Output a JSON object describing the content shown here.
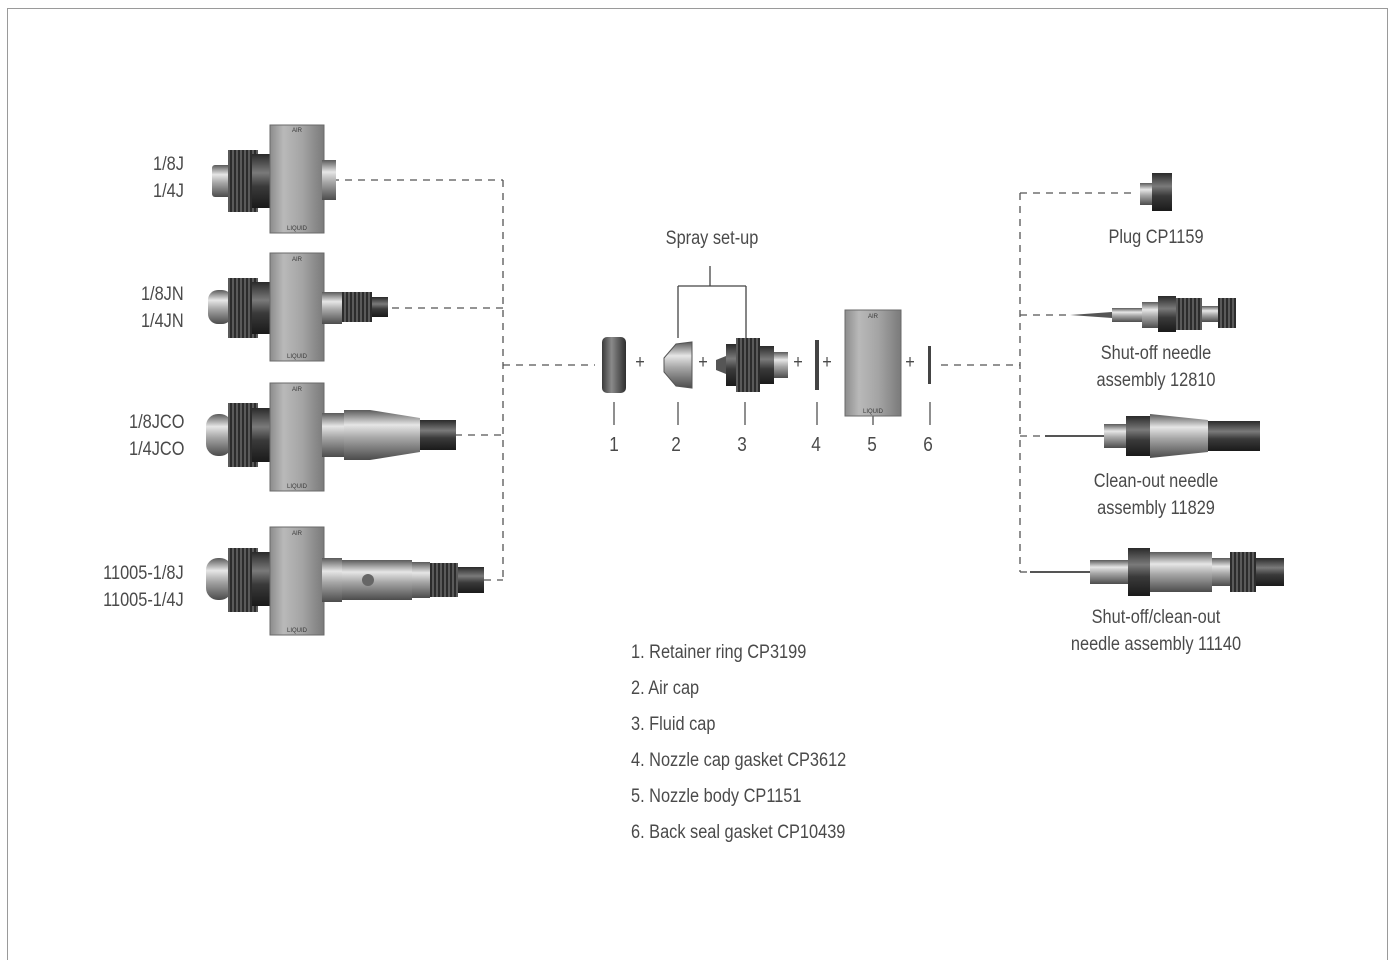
{
  "variants_left": [
    {
      "lines": [
        "1/8J",
        "1/4J"
      ]
    },
    {
      "lines": [
        "1/8JN",
        "1/4JN"
      ]
    },
    {
      "lines": [
        "1/8JCO",
        "1/4JCO"
      ]
    },
    {
      "lines": [
        "11005-1/8J",
        "11005-1/4J"
      ]
    }
  ],
  "spray_setup_label": "Spray set-up",
  "part_numbers": [
    "1",
    "2",
    "3",
    "4",
    "5",
    "6"
  ],
  "plus_sign": "+",
  "options_right": [
    {
      "lines": [
        "Plug CP1159"
      ]
    },
    {
      "lines": [
        "Shut-off needle",
        "assembly 12810"
      ]
    },
    {
      "lines": [
        "Clean-out needle",
        "assembly 11829"
      ]
    },
    {
      "lines": [
        "Shut-off/clean-out",
        "needle assembly 11140"
      ]
    }
  ],
  "legend": [
    "1. Retainer ring CP3199",
    "2. Air cap",
    "3. Fluid cap",
    "4. Nozzle cap gasket CP3612",
    "5. Nozzle body CP1151",
    "6. Back seal gasket CP10439"
  ],
  "body_text": {
    "air": "AIR",
    "liquid": "LIQUID"
  }
}
